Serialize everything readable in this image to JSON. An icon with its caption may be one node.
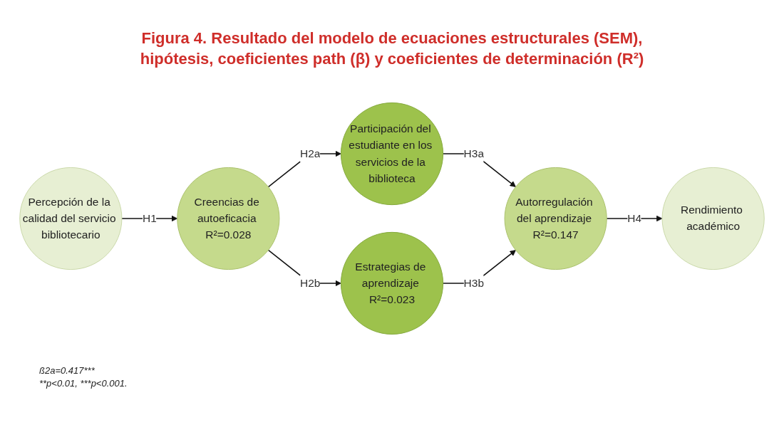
{
  "diagram": {
    "title": "Figura 4. Resultado del modelo de ecuaciones estructurales (SEM), hipótesis, coeficientes path (β) y coeficientes de determinación (R²)",
    "nodes": [
      {
        "text": [
          "Percepción de la calidad del servicio bibliotecario"
        ]
      },
      {
        "text": [
          "Creencias de autoeficacia R²=0.028"
        ]
      },
      {
        "text": [
          "Participación del estudiante en los servicios de la biblioteca"
        ]
      },
      {
        "text": [
          "Estrategias de aprendizaje R²=0.023"
        ]
      },
      {
        "text": [
          "Autorregulación del aprendizaje R²=0.147"
        ]
      },
      {
        "text": [
          "Rendimiento académico"
        ]
      }
    ],
    "edges": [
      {
        "from": 0,
        "to": 1,
        "arrow": "to",
        "label": "H1"
      },
      {
        "from": 1,
        "to": 2,
        "arrow": "to",
        "label": "H2a"
      },
      {
        "from": 1,
        "to": 3,
        "arrow": "to",
        "label": "H2b"
      },
      {
        "from": 2,
        "to": 4,
        "arrow": "to",
        "label": "H3a"
      },
      {
        "from": 3,
        "to": 4,
        "arrow": "to",
        "label": "H3b"
      },
      {
        "from": 4,
        "to": 5,
        "arrow": "to",
        "label": "H4"
      }
    ],
    "labels": [
      "ß2a=0.417***",
      "**p<0.01, ***p<0.001."
    ]
  }
}
